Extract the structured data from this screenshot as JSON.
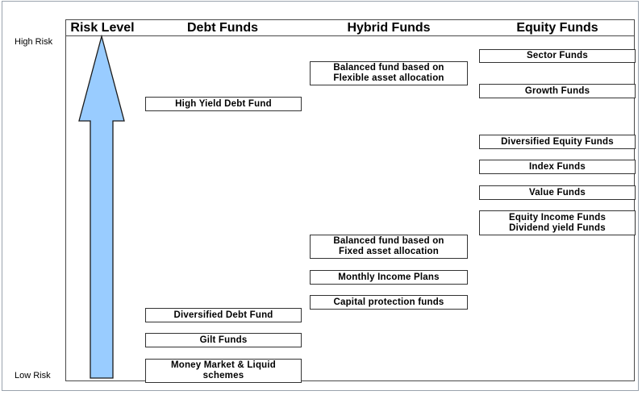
{
  "axis": {
    "high": "High Risk",
    "low": "Low Risk"
  },
  "columns": {
    "risk": "Risk Level",
    "debt": "Debt Funds",
    "hybrid": "Hybrid Funds",
    "equity": "Equity Funds"
  },
  "debt_funds": [
    "High Yield Debt Fund",
    "Diversified Debt Fund",
    "Gilt Funds",
    "Money Market & Liquid\nschemes"
  ],
  "hybrid_funds": [
    "Balanced fund based on\nFlexible asset allocation",
    "Balanced fund based on\nFixed asset allocation",
    "Monthly Income Plans",
    "Capital protection funds"
  ],
  "equity_funds": [
    "Sector Funds",
    "Growth Funds",
    "Diversified Equity Funds",
    "Index Funds",
    "Value Funds",
    "Equity Income Funds\nDividend yield Funds"
  ],
  "colors": {
    "arrow_fill": "#99ccff",
    "arrow_stroke": "#1a1a1a"
  }
}
